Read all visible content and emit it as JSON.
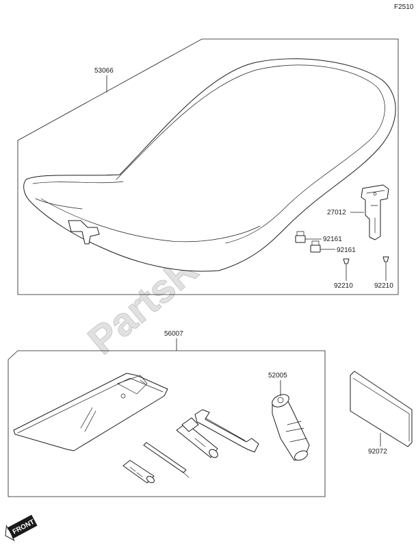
{
  "figure_code": "F2510",
  "watermark": "PartsRepublik",
  "front_badge": "FRONT",
  "callouts": {
    "seat": "53066",
    "bracket": "27012",
    "clip_upper": "92161",
    "clip_lower": "92161",
    "screw_left": "92210",
    "screw_right": "92210",
    "tool_kit": "56007",
    "wrench": "52005",
    "manual": "92072"
  }
}
